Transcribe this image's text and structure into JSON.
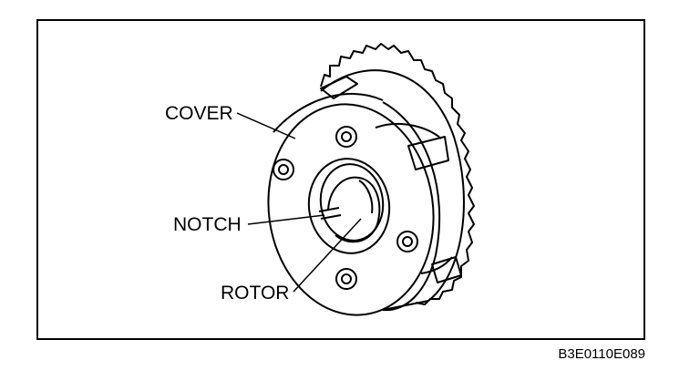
{
  "labels": {
    "cover": "COVER",
    "notch": "NOTCH",
    "rotor": "ROTOR"
  },
  "figure_code": "B3E0110E089",
  "colors": {
    "line": "#000000",
    "background": "#ffffff"
  }
}
